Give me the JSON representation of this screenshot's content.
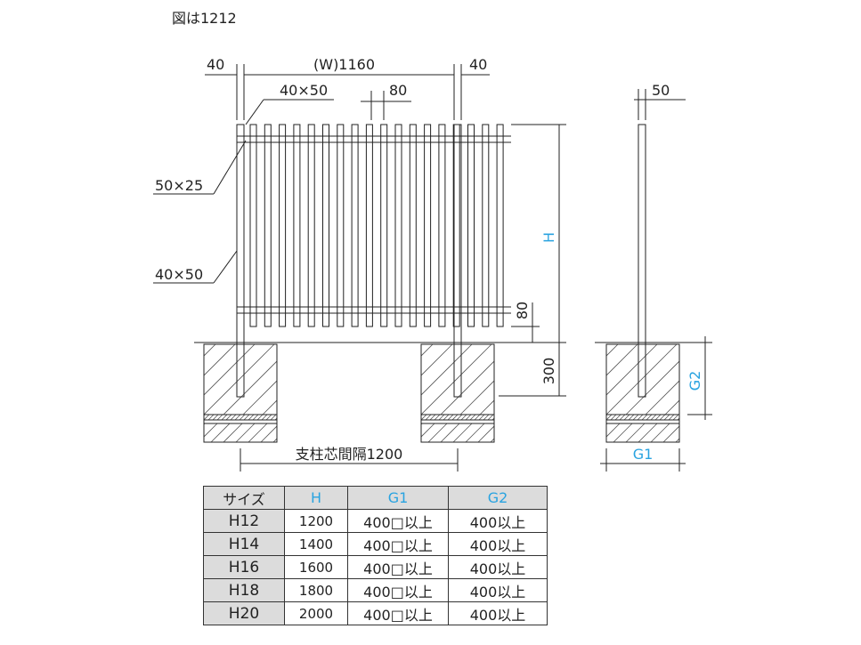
{
  "title": "図は1212",
  "front": {
    "dim_post_left": "40",
    "dim_width": "(W)1160",
    "dim_post_right": "40",
    "dim_rail_top": "40×50",
    "dim_slat_pitch": "80",
    "dim_slat": "50×25",
    "dim_post": "40×50",
    "dim_height": "H",
    "dim_gap_bottom": "80",
    "dim_embed": "300",
    "dim_post_spacing": "支柱芯間隔1200"
  },
  "side": {
    "dim_thickness": "50",
    "dim_g1": "G1",
    "dim_g2": "G2"
  },
  "table": {
    "headers": [
      "サイズ",
      "H",
      "G1",
      "G2"
    ],
    "rows": [
      [
        "H12",
        "1200",
        "400□以上",
        "400以上"
      ],
      [
        "H14",
        "1400",
        "400□以上",
        "400以上"
      ],
      [
        "H16",
        "1600",
        "400□以上",
        "400以上"
      ],
      [
        "H18",
        "1800",
        "400□以上",
        "400以上"
      ],
      [
        "H20",
        "2000",
        "400□以上",
        "400以上"
      ]
    ]
  },
  "colors": {
    "accent": "#29a3e0",
    "line": "#222222",
    "header_bg": "#dcdcdc"
  }
}
